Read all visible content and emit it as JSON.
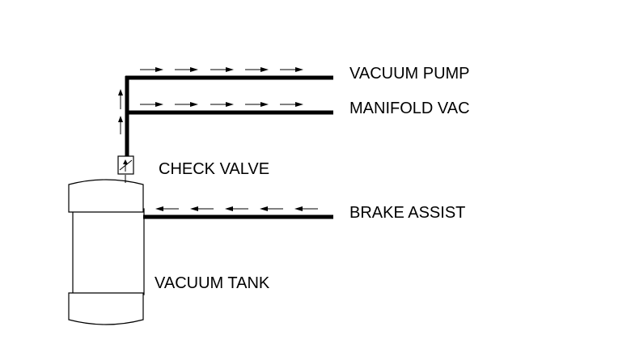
{
  "labels": {
    "vacuum_pump": "VACUUM PUMP",
    "manifold_vac": "MANIFOLD VAC",
    "check_valve": "CHECK VALVE",
    "brake_assist": "BRAKE ASSIST",
    "vacuum_tank": "VACUUM TANK"
  },
  "colors": {
    "line": "#000000",
    "background": "#ffffff"
  }
}
